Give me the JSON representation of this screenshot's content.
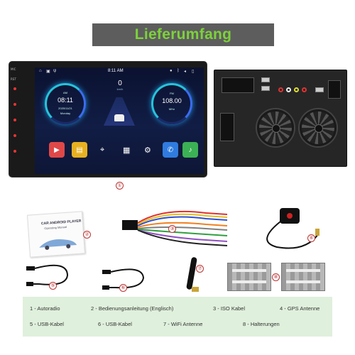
{
  "title": "Lieferumfang",
  "head_unit": {
    "side_labels": [
      "MIC",
      "RST"
    ],
    "status_time": "8:11 AM",
    "clock": {
      "time": "08:11",
      "label": "AM",
      "date": "2020/11/21",
      "day": "Monday"
    },
    "speed": {
      "value": "0",
      "unit": "km/h"
    },
    "radio": {
      "band": "FM",
      "freq": "108.00",
      "unit": "MHz"
    }
  },
  "circle_numbers": [
    "①",
    "②",
    "③",
    "④",
    "⑤",
    "⑥",
    "⑦",
    "⑧"
  ],
  "manual": {
    "title": "CAR ANDROID PLAYER",
    "subtitle": "Operating Manual"
  },
  "legend": [
    "1 - Autoradio",
    "2 - Bedienungsanleitung (Englisch)",
    "3 - ISO Kabel",
    "4 - GPS Antenne",
    "5 - USB-Kabel",
    "6 - USB-Kabel",
    "7 - WiFi Antenne",
    "8 - Halterungen"
  ],
  "colors": {
    "banner_bg": "#5d5d5d",
    "banner_text": "#7dd23b",
    "legend_bg": "#dff0dc",
    "accent_red": "#b33333"
  }
}
